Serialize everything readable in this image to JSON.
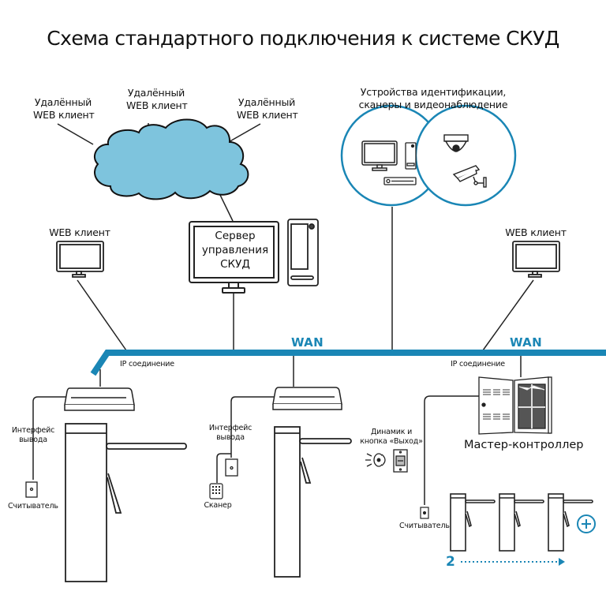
{
  "title": "Схема стандартного подключения к системе СКУД",
  "colors": {
    "accent": "#1a86b5",
    "cloud": "#7ec4dd",
    "line": "#222222"
  },
  "cloud": {
    "clients": [
      {
        "line1": "Удалённый",
        "line2": "WEB клиент"
      },
      {
        "line1": "Удалённый",
        "line2": "WEB клиент"
      },
      {
        "line1": "Удалённый",
        "line2": "WEB клиент"
      }
    ]
  },
  "identification": {
    "label_line1": "Устройства идентификации,",
    "label_line2": "сканеры и видеонаблюдение",
    "icons": [
      "monitor-icon",
      "pc-tower-icon",
      "dvr-icon",
      "dome-camera-icon",
      "bullet-camera-icon"
    ]
  },
  "server": {
    "line1": "Сервер",
    "line2": "управления",
    "line3": "СКУД"
  },
  "web_client_left": "WEB клиент",
  "web_client_right": "WEB клиент",
  "network": {
    "wan_label_1": "WAN",
    "wan_label_2": "WAN",
    "ip_left": "IP соединение",
    "ip_right": "IP соединение"
  },
  "zone_left": {
    "interface_line1": "Интерфейс",
    "interface_line2": "вывода",
    "reader": "Считыватель"
  },
  "zone_middle": {
    "interface_line1": "Интерфейс",
    "interface_line2": "вывода",
    "scanner": "Сканер"
  },
  "zone_right": {
    "speaker_line1": "Динамик и",
    "speaker_line2": "кнопка «Выход»",
    "controller": "Мастер-контроллер",
    "reader": "Считыватель",
    "turnstile_count": "2",
    "add_icon": "plus-circle-icon"
  }
}
